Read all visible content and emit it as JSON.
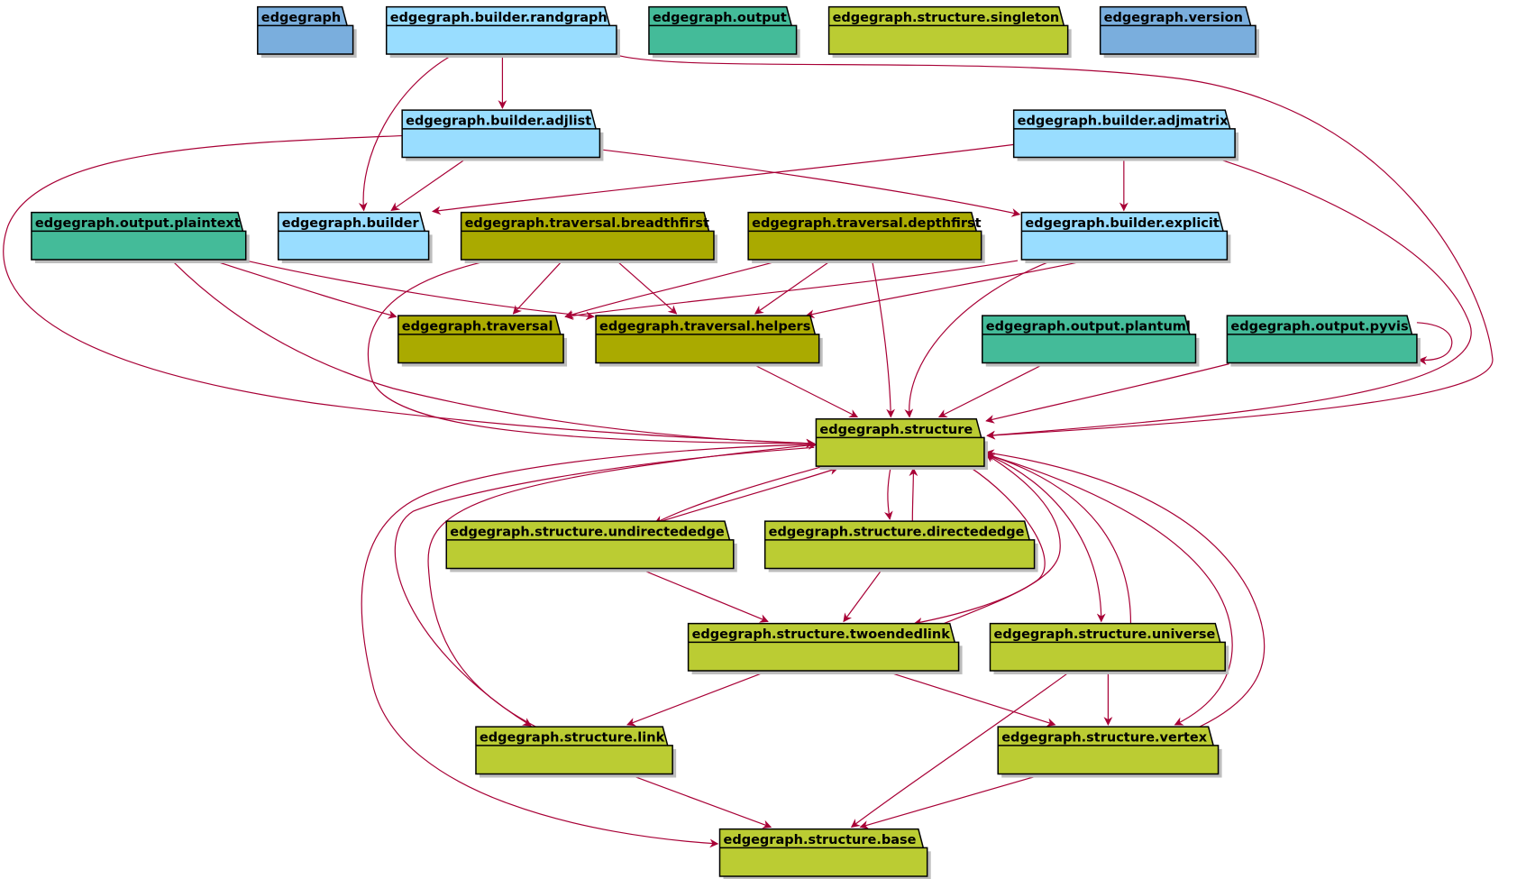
{
  "colors": {
    "edge": "#A80036",
    "root": "#7AAEDD",
    "builder": "#99DDFF",
    "output": "#44BB99",
    "traversal": "#AAAA00",
    "structure": "#BBCC33"
  },
  "packages": [
    {
      "id": "edgegraph",
      "label": "edgegraph",
      "group": "root"
    },
    {
      "id": "randgraph",
      "label": "edgegraph.builder.randgraph",
      "group": "builder"
    },
    {
      "id": "output",
      "label": "edgegraph.output",
      "group": "output"
    },
    {
      "id": "singleton",
      "label": "edgegraph.structure.singleton",
      "group": "structure"
    },
    {
      "id": "version",
      "label": "edgegraph.version",
      "group": "root"
    },
    {
      "id": "adjlist",
      "label": "edgegraph.builder.adjlist",
      "group": "builder"
    },
    {
      "id": "adjmatrix",
      "label": "edgegraph.builder.adjmatrix",
      "group": "builder"
    },
    {
      "id": "plaintext",
      "label": "edgegraph.output.plaintext",
      "group": "output"
    },
    {
      "id": "builder",
      "label": "edgegraph.builder",
      "group": "builder"
    },
    {
      "id": "breadthfirst",
      "label": "edgegraph.traversal.breadthfirst",
      "group": "traversal"
    },
    {
      "id": "depthfirst",
      "label": "edgegraph.traversal.depthfirst",
      "group": "traversal"
    },
    {
      "id": "explicit",
      "label": "edgegraph.builder.explicit",
      "group": "builder"
    },
    {
      "id": "traversal",
      "label": "edgegraph.traversal",
      "group": "traversal"
    },
    {
      "id": "helpers",
      "label": "edgegraph.traversal.helpers",
      "group": "traversal"
    },
    {
      "id": "plantuml",
      "label": "edgegraph.output.plantuml",
      "group": "output"
    },
    {
      "id": "pyvis",
      "label": "edgegraph.output.pyvis",
      "group": "output"
    },
    {
      "id": "structure",
      "label": "edgegraph.structure",
      "group": "structure"
    },
    {
      "id": "undirectededge",
      "label": "edgegraph.structure.undirectededge",
      "group": "structure"
    },
    {
      "id": "directededge",
      "label": "edgegraph.structure.directededge",
      "group": "structure"
    },
    {
      "id": "twoendedlink",
      "label": "edgegraph.structure.twoendedlink",
      "group": "structure"
    },
    {
      "id": "universe",
      "label": "edgegraph.structure.universe",
      "group": "structure"
    },
    {
      "id": "link",
      "label": "edgegraph.structure.link",
      "group": "structure"
    },
    {
      "id": "vertex",
      "label": "edgegraph.structure.vertex",
      "group": "structure"
    },
    {
      "id": "base",
      "label": "edgegraph.structure.base",
      "group": "structure"
    }
  ],
  "dependencies": [
    {
      "from": "randgraph",
      "to": "adjlist"
    },
    {
      "from": "randgraph",
      "to": "builder"
    },
    {
      "from": "randgraph",
      "to": "structure"
    },
    {
      "from": "adjlist",
      "to": "builder"
    },
    {
      "from": "adjlist",
      "to": "explicit"
    },
    {
      "from": "adjlist",
      "to": "structure"
    },
    {
      "from": "adjmatrix",
      "to": "builder"
    },
    {
      "from": "adjmatrix",
      "to": "explicit"
    },
    {
      "from": "adjmatrix",
      "to": "structure"
    },
    {
      "from": "plaintext",
      "to": "traversal"
    },
    {
      "from": "plaintext",
      "to": "helpers"
    },
    {
      "from": "plaintext",
      "to": "structure"
    },
    {
      "from": "breadthfirst",
      "to": "traversal"
    },
    {
      "from": "breadthfirst",
      "to": "helpers"
    },
    {
      "from": "breadthfirst",
      "to": "structure"
    },
    {
      "from": "depthfirst",
      "to": "traversal"
    },
    {
      "from": "depthfirst",
      "to": "helpers"
    },
    {
      "from": "depthfirst",
      "to": "structure"
    },
    {
      "from": "explicit",
      "to": "traversal"
    },
    {
      "from": "explicit",
      "to": "helpers"
    },
    {
      "from": "explicit",
      "to": "structure"
    },
    {
      "from": "helpers",
      "to": "structure"
    },
    {
      "from": "plantuml",
      "to": "structure"
    },
    {
      "from": "pyvis",
      "to": "structure"
    },
    {
      "from": "pyvis",
      "to": "pyvis"
    },
    {
      "from": "structure",
      "to": "directededge"
    },
    {
      "from": "directededge",
      "to": "structure"
    },
    {
      "from": "structure",
      "to": "undirectededge"
    },
    {
      "from": "undirectededge",
      "to": "structure"
    },
    {
      "from": "structure",
      "to": "twoendedlink"
    },
    {
      "from": "twoendedlink",
      "to": "structure"
    },
    {
      "from": "structure",
      "to": "universe"
    },
    {
      "from": "universe",
      "to": "structure"
    },
    {
      "from": "structure",
      "to": "link"
    },
    {
      "from": "link",
      "to": "structure"
    },
    {
      "from": "structure",
      "to": "vertex"
    },
    {
      "from": "vertex",
      "to": "structure"
    },
    {
      "from": "structure",
      "to": "base"
    },
    {
      "from": "undirectededge",
      "to": "twoendedlink"
    },
    {
      "from": "directededge",
      "to": "twoendedlink"
    },
    {
      "from": "twoendedlink",
      "to": "link"
    },
    {
      "from": "twoendedlink",
      "to": "vertex"
    },
    {
      "from": "universe",
      "to": "vertex"
    },
    {
      "from": "universe",
      "to": "base"
    },
    {
      "from": "link",
      "to": "base"
    },
    {
      "from": "vertex",
      "to": "base"
    }
  ]
}
